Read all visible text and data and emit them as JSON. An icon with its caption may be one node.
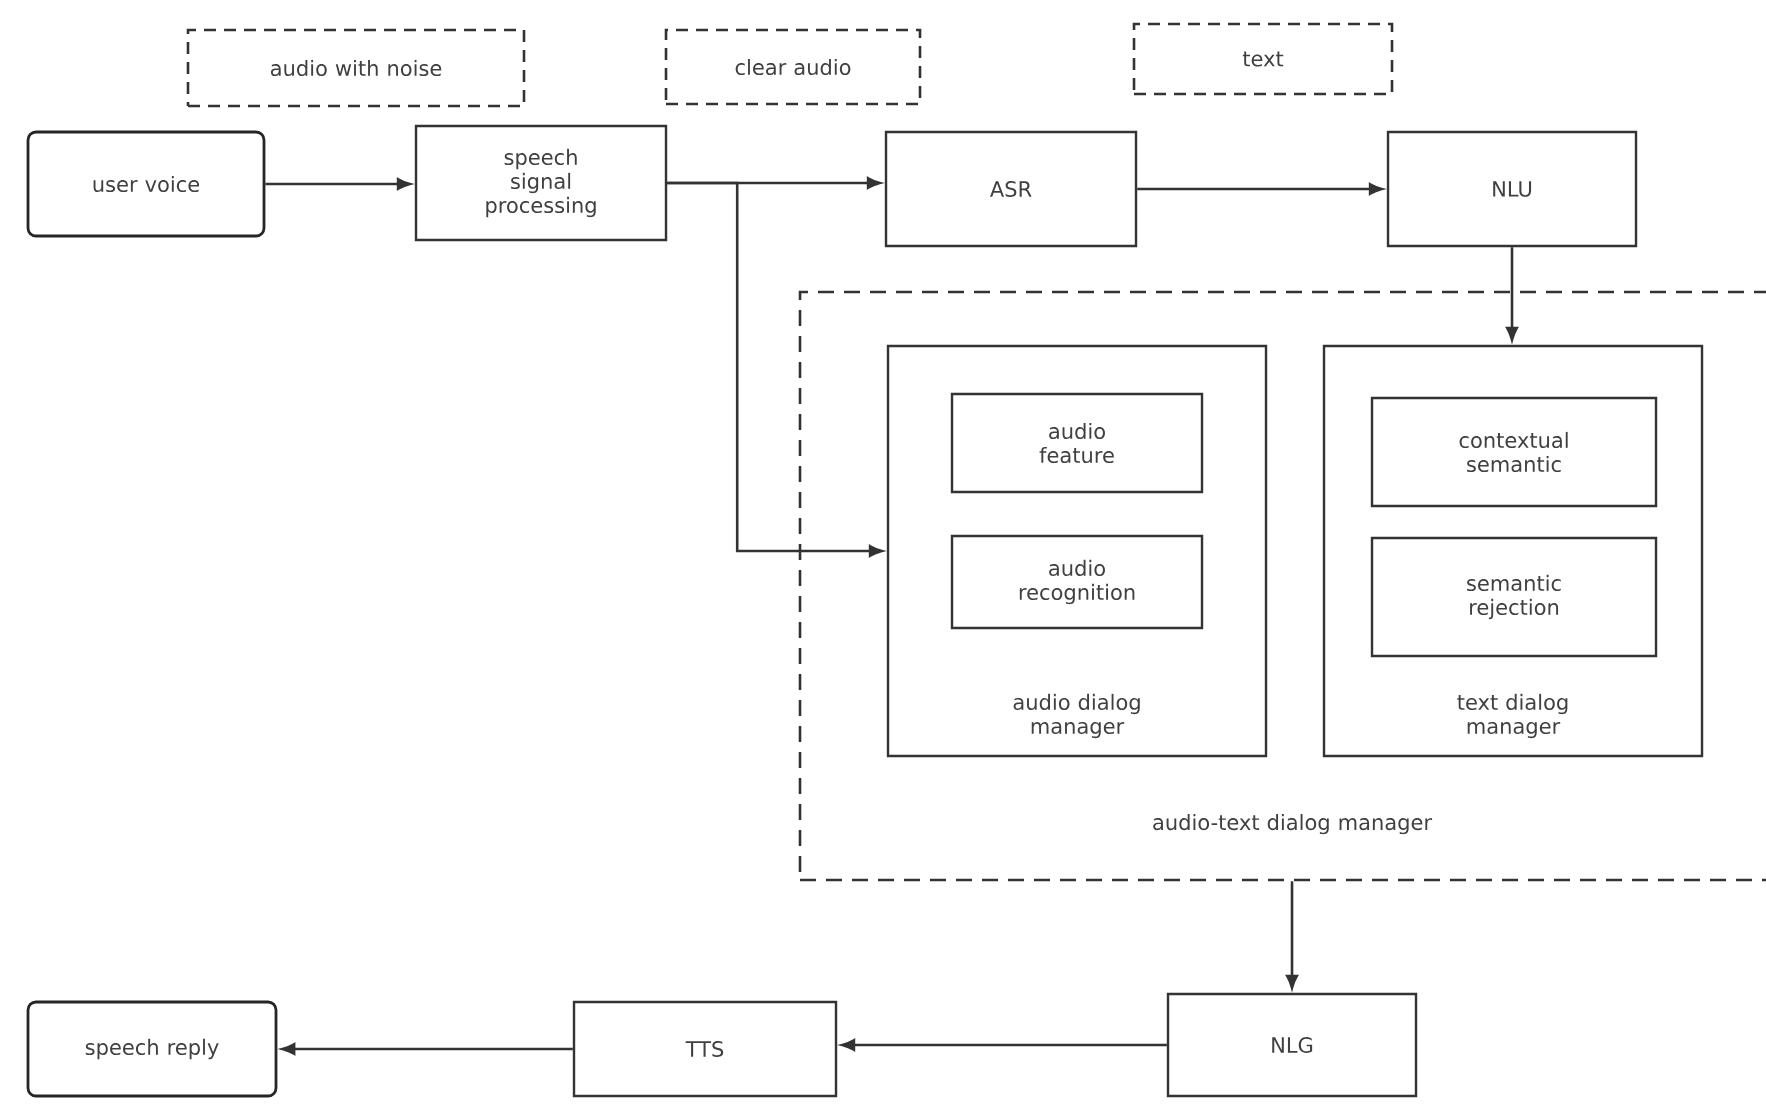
{
  "diagram": {
    "nodes": [
      {
        "text": [
          "audio with noise"
        ]
      },
      {
        "text": [
          "clear audio"
        ]
      },
      {
        "text": [
          "text"
        ]
      },
      {
        "text": [
          "user voice"
        ]
      },
      {
        "text": [
          "speech signal processing"
        ]
      },
      {
        "text": [
          "ASR"
        ]
      },
      {
        "text": [
          "NLU"
        ]
      },
      {
        "text": [
          "audio-text dialog manager"
        ]
      },
      {
        "text": [
          "audio dialog manager"
        ],
        "in": 7
      },
      {
        "text": [
          "audio feature"
        ],
        "in": 8
      },
      {
        "text": [
          "audio recognition"
        ],
        "in": 8
      },
      {
        "text": [
          "text dialog manager"
        ],
        "in": 7
      },
      {
        "text": [
          "contextual semantic"
        ],
        "in": 11
      },
      {
        "text": [
          "semantic rejection"
        ],
        "in": 11
      },
      {
        "text": [
          "NLG"
        ]
      },
      {
        "text": [
          "TTS"
        ]
      },
      {
        "text": [
          "speech reply"
        ]
      }
    ],
    "edges": [
      {
        "from": 3,
        "to": 4,
        "arrow": "to"
      },
      {
        "from": 4,
        "to": 5,
        "arrow": "to"
      },
      {
        "from": 4,
        "to": 8,
        "arrow": "to"
      },
      {
        "from": 5,
        "to": 6,
        "arrow": "to"
      },
      {
        "from": 6,
        "to": 11,
        "arrow": "to"
      },
      {
        "from": 7,
        "to": 14,
        "arrow": "to"
      },
      {
        "from": 14,
        "to": 15,
        "arrow": "to"
      },
      {
        "from": 15,
        "to": 16,
        "arrow": "to"
      }
    ]
  }
}
